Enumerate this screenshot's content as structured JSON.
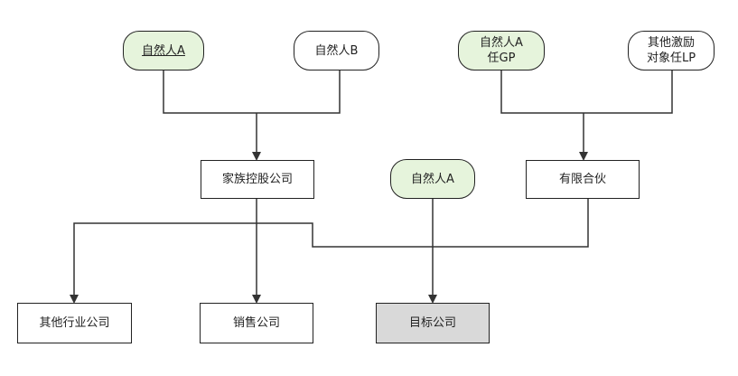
{
  "nodes": {
    "person_a_top": "自然人A",
    "person_b": "自然人B",
    "person_a_gp": "自然人A\n任GP",
    "incentive_lp": "其他激励\n对象任LP",
    "family_holding": "家族控股公司",
    "person_a_mid": "自然人A",
    "limited_partnership": "有限合伙",
    "other_industry": "其他行业公司",
    "sales_company": "销售公司",
    "target_company": "目标公司"
  },
  "colors": {
    "green_fill": "#e6f4dc",
    "grey_fill": "#d9d9d9",
    "line": "#333333"
  }
}
